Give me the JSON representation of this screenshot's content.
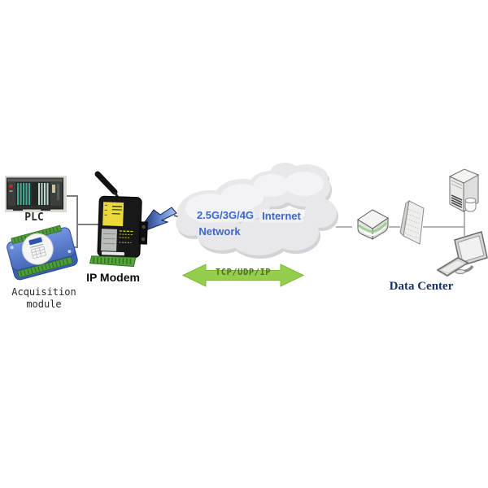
{
  "nodes": {
    "plc": {
      "label": "PLC"
    },
    "acquisition": {
      "label_line1": "Acquisition",
      "label_line2": "module"
    },
    "modem": {
      "label": "IP Modem"
    },
    "cloud": {
      "network_line1": "2.5G/3G/4G",
      "network_line2": "Network",
      "internet": "Internet"
    },
    "transport": {
      "label": "TCP/UDP/IP"
    },
    "datacenter": {
      "label": "Data Center"
    }
  },
  "colors": {
    "cloud_fill": "#e8e8eb",
    "cloud_shadow": "#d3d3d7",
    "cloud_text": "#3a68ce",
    "arrow_fill": "#94ce4c",
    "arrow_text": "#4f6e28",
    "lightning_dark": "#16205e",
    "lightning_light": "#a8c4f4",
    "data_center_text": "#1a3263",
    "modem_label_yellow": "#ead93b",
    "terminal_green": "#57a43c",
    "module_blue": "#5577cf",
    "plc_stripe_teal": "#4aa391",
    "connector_gray": "#7d7d7d"
  }
}
